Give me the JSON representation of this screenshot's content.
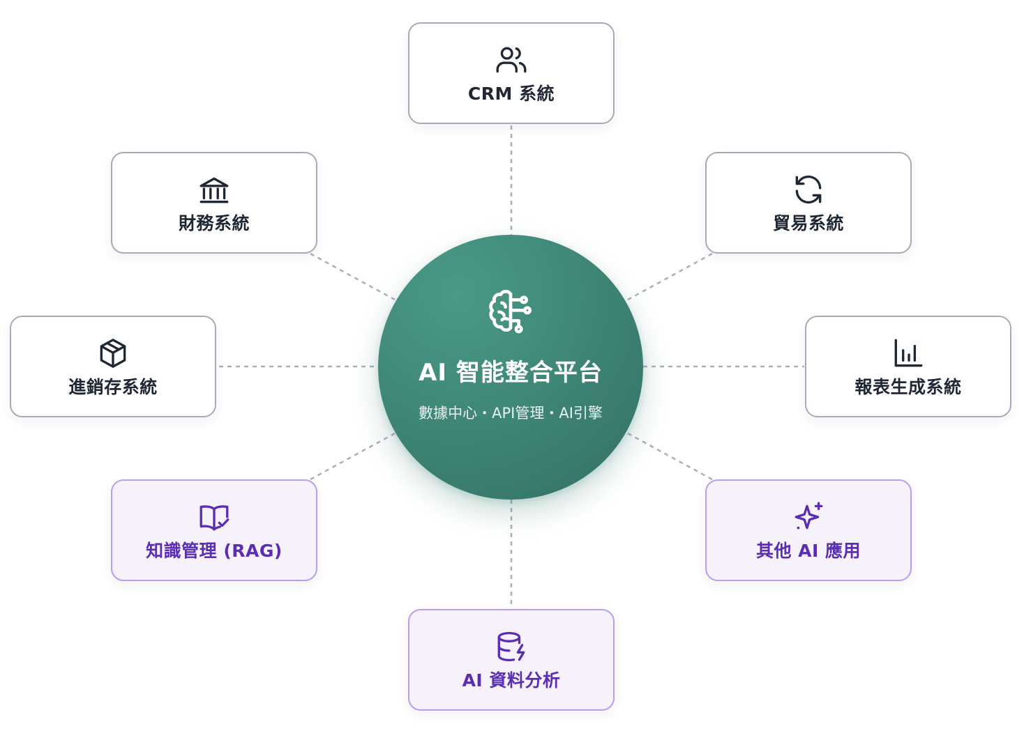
{
  "hub": {
    "title": "AI 智能整合平台",
    "subtitle": "數據中心・API管理・AI引擎",
    "icon": "brain-circuit-icon"
  },
  "nodes": [
    {
      "id": "crm",
      "label": "CRM 系統",
      "icon": "users-icon",
      "style": "default"
    },
    {
      "id": "finance",
      "label": "財務系統",
      "icon": "bank-icon",
      "style": "default"
    },
    {
      "id": "trade",
      "label": "貿易系統",
      "icon": "refresh-icon",
      "style": "default"
    },
    {
      "id": "inventory",
      "label": "進銷存系統",
      "icon": "box-icon",
      "style": "default"
    },
    {
      "id": "reports",
      "label": "報表生成系統",
      "icon": "bar-chart-icon",
      "style": "default"
    },
    {
      "id": "rag",
      "label": "知識管理 (RAG)",
      "icon": "book-check-icon",
      "style": "ai"
    },
    {
      "id": "other-ai",
      "label": "其他 AI 應用",
      "icon": "sparkles-icon",
      "style": "ai"
    },
    {
      "id": "ai-analysis",
      "label": "AI 資料分析",
      "icon": "database-zap-icon",
      "style": "ai"
    }
  ],
  "colors": {
    "hub": "#3d8373",
    "node_border": "#a3abb8",
    "node_text": "#1f2733",
    "ai_border": "#b79cf0",
    "ai_background": "#f5f2fc",
    "ai_text": "#5b2db3",
    "connector": "#a9b0bd"
  }
}
